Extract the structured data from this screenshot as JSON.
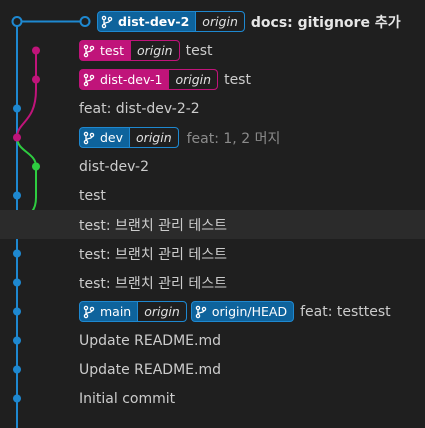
{
  "colors": {
    "main_line": "#1e88d0",
    "pink_line": "#c0147a",
    "green_line": "#2ecc40",
    "background": "#1f1f1f",
    "highlight": "#2b2b2b"
  },
  "rows": [
    {
      "badges": [
        {
          "icon": "branch-icon",
          "name": "dist-dev-2",
          "origin": "origin",
          "color": "blue",
          "bold": true
        }
      ],
      "message": "docs: gitignore 추가",
      "bold": true,
      "desc": ""
    },
    {
      "badges": [
        {
          "icon": "branch-icon",
          "name": "test",
          "origin": "origin",
          "color": "pink"
        }
      ],
      "message": "test",
      "desc": ""
    },
    {
      "badges": [
        {
          "icon": "branch-icon",
          "name": "dist-dev-1",
          "origin": "origin",
          "color": "pink"
        }
      ],
      "message": "test",
      "desc": ""
    },
    {
      "badges": [],
      "message": "feat: dist-dev-2-2",
      "desc": ""
    },
    {
      "badges": [
        {
          "icon": "branch-icon",
          "name": "dev",
          "origin": "origin",
          "color": "blue"
        }
      ],
      "message": "",
      "desc": "feat: 1, 2 머지"
    },
    {
      "badges": [],
      "message": "dist-dev-2",
      "desc": ""
    },
    {
      "badges": [],
      "message": "test",
      "desc": ""
    },
    {
      "badges": [],
      "message": "test: 브랜치 관리 테스트",
      "desc": "",
      "highlight": true
    },
    {
      "badges": [],
      "message": "test: 브랜치 관리 테스트",
      "desc": ""
    },
    {
      "badges": [],
      "message": "test: 브랜치 관리 테스트",
      "desc": ""
    },
    {
      "badges": [
        {
          "icon": "branch-icon",
          "name": "main",
          "origin": "origin",
          "color": "blue"
        },
        {
          "icon": "branch-icon",
          "name": "origin/HEAD",
          "origin": "",
          "color": "blue"
        }
      ],
      "message": "feat: testtest",
      "desc": ""
    },
    {
      "badges": [],
      "message": "Update README.md",
      "desc": ""
    },
    {
      "badges": [],
      "message": "Update README.md",
      "desc": ""
    },
    {
      "badges": [],
      "message": "Initial commit",
      "desc": ""
    }
  ]
}
